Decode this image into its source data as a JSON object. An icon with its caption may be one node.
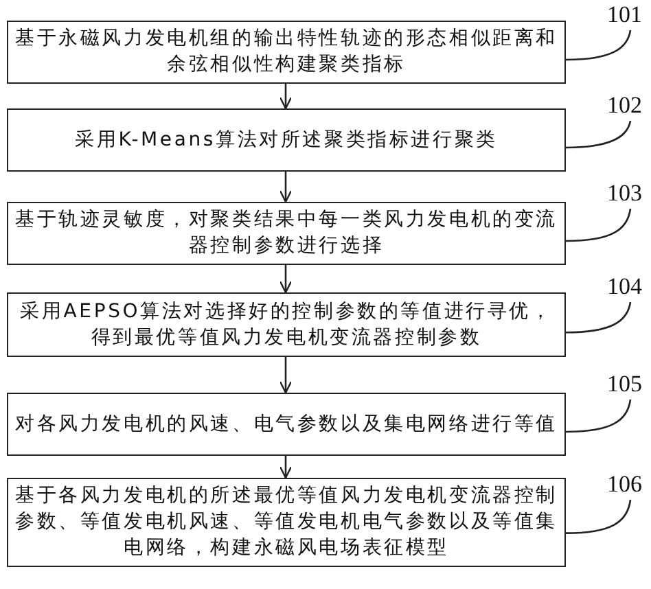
{
  "diagram": {
    "nodes": [
      {
        "text": [
          "基于永磁风力发电机组的输出特性轨迹的形态相似距离和余弦相似性构建聚类指标"
        ]
      },
      {
        "text": [
          "采用K-Means算法对所述聚类指标进行聚类"
        ]
      },
      {
        "text": [
          "基于轨迹灵敏度，对聚类结果中每一类风力发电机的变流器控制参数进行选择"
        ]
      },
      {
        "text": [
          "采用AEPSO算法对选择好的控制参数的等值进行寻优，得到最优等值风力发电机变流器控制参数"
        ]
      },
      {
        "text": [
          "对各风力发电机的风速、电气参数以及集电网络进行等值"
        ]
      },
      {
        "text": [
          "基于各风力发电机的所述最优等值风力发电机变流器控制参数、等值发电机风速、等值发电机电气参数以及等值集电网络，构建永磁风电场表征模型"
        ]
      },
      {
        "text": [
          "101"
        ]
      },
      {
        "text": [
          "102"
        ]
      },
      {
        "text": [
          "103"
        ]
      },
      {
        "text": [
          "104"
        ]
      },
      {
        "text": [
          "105"
        ]
      },
      {
        "text": [
          "106"
        ]
      }
    ],
    "edges": [
      {
        "from": 0,
        "to": 1,
        "arrow": "to"
      },
      {
        "from": 1,
        "to": 2,
        "arrow": "to"
      },
      {
        "from": 2,
        "to": 3,
        "arrow": "to"
      },
      {
        "from": 3,
        "to": 4,
        "arrow": "to"
      },
      {
        "from": 4,
        "to": 5,
        "arrow": "to"
      },
      {
        "from": 6,
        "to": 0,
        "arrow": "none"
      },
      {
        "from": 7,
        "to": 1,
        "arrow": "none"
      },
      {
        "from": 8,
        "to": 2,
        "arrow": "none"
      },
      {
        "from": 9,
        "to": 3,
        "arrow": "none"
      },
      {
        "from": 10,
        "to": 4,
        "arrow": "none"
      },
      {
        "from": 11,
        "to": 5,
        "arrow": "none"
      }
    ]
  }
}
